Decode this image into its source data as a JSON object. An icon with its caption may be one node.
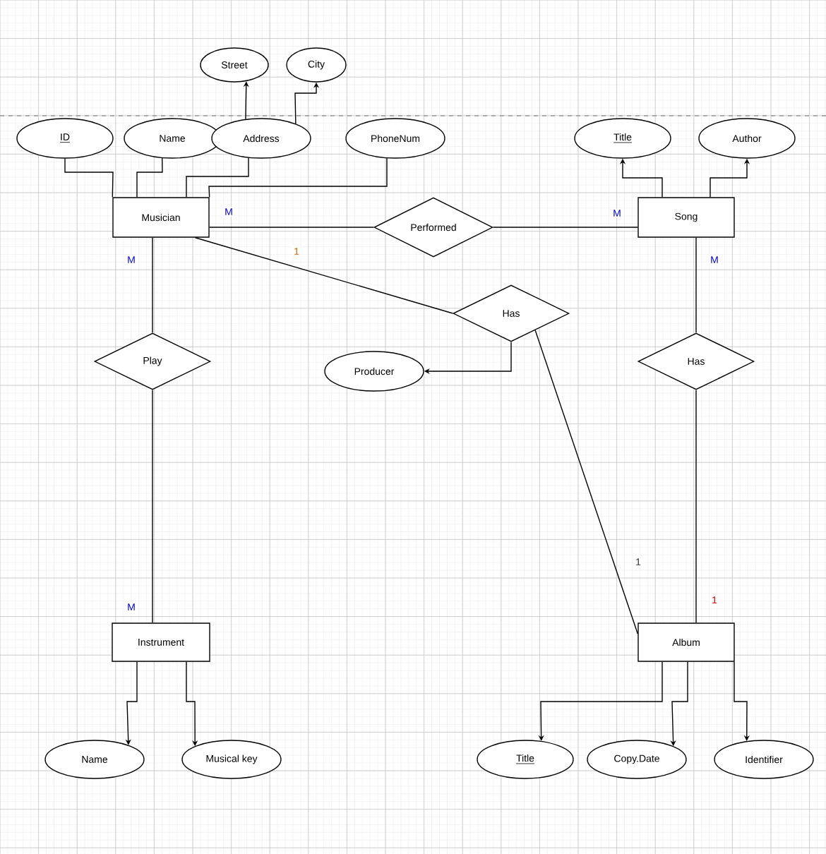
{
  "diagram": {
    "nodes": [
      {
        "text": [
          "Street"
        ]
      },
      {
        "text": [
          "City"
        ]
      },
      {
        "text": [
          "ID"
        ]
      },
      {
        "text": [
          "Name"
        ]
      },
      {
        "text": [
          "Address"
        ]
      },
      {
        "text": [
          "PhoneNum"
        ]
      },
      {
        "text": [
          "Title"
        ]
      },
      {
        "text": [
          "Author"
        ]
      },
      {
        "text": [
          "Musician"
        ]
      },
      {
        "text": [
          "Performed"
        ]
      },
      {
        "text": [
          "Song"
        ]
      },
      {
        "text": [
          "Has"
        ]
      },
      {
        "text": [
          "Play"
        ]
      },
      {
        "text": [
          "Producer"
        ]
      },
      {
        "text": [
          "Has"
        ]
      },
      {
        "text": [
          "Instrument"
        ]
      },
      {
        "text": [
          "Album"
        ]
      },
      {
        "text": [
          "Name"
        ]
      },
      {
        "text": [
          "Musical key"
        ]
      },
      {
        "text": [
          "Title"
        ]
      },
      {
        "text": [
          "Copy.Date"
        ]
      },
      {
        "text": [
          "Identifier"
        ]
      }
    ],
    "edges": [
      {
        "from": 2,
        "to": 8,
        "arrow": "none"
      },
      {
        "from": 3,
        "to": 8,
        "arrow": "none"
      },
      {
        "from": 4,
        "to": 8,
        "arrow": "none"
      },
      {
        "from": 5,
        "to": 8,
        "arrow": "none"
      },
      {
        "from": 4,
        "to": 0,
        "arrow": "to"
      },
      {
        "from": 4,
        "to": 1,
        "arrow": "to"
      },
      {
        "from": 10,
        "to": 6,
        "arrow": "to"
      },
      {
        "from": 10,
        "to": 7,
        "arrow": "to"
      },
      {
        "from": 8,
        "to": 9,
        "arrow": "none",
        "label": "M"
      },
      {
        "from": 9,
        "to": 10,
        "arrow": "none",
        "label": "M"
      },
      {
        "from": 8,
        "to": 11,
        "arrow": "none",
        "label": "1"
      },
      {
        "from": 11,
        "to": 16,
        "arrow": "none",
        "label": "1"
      },
      {
        "from": 11,
        "to": 13,
        "arrow": "to"
      },
      {
        "from": 8,
        "to": 12,
        "arrow": "none",
        "label": "M"
      },
      {
        "from": 12,
        "to": 15,
        "arrow": "none",
        "label": "M"
      },
      {
        "from": 10,
        "to": 14,
        "arrow": "none",
        "label": "M"
      },
      {
        "from": 14,
        "to": 16,
        "arrow": "none",
        "label": "1"
      },
      {
        "from": 15,
        "to": 17,
        "arrow": "to"
      },
      {
        "from": 15,
        "to": 18,
        "arrow": "to"
      },
      {
        "from": 16,
        "to": 19,
        "arrow": "to"
      },
      {
        "from": 16,
        "to": 20,
        "arrow": "to"
      },
      {
        "from": 16,
        "to": 21,
        "arrow": "to"
      }
    ]
  }
}
